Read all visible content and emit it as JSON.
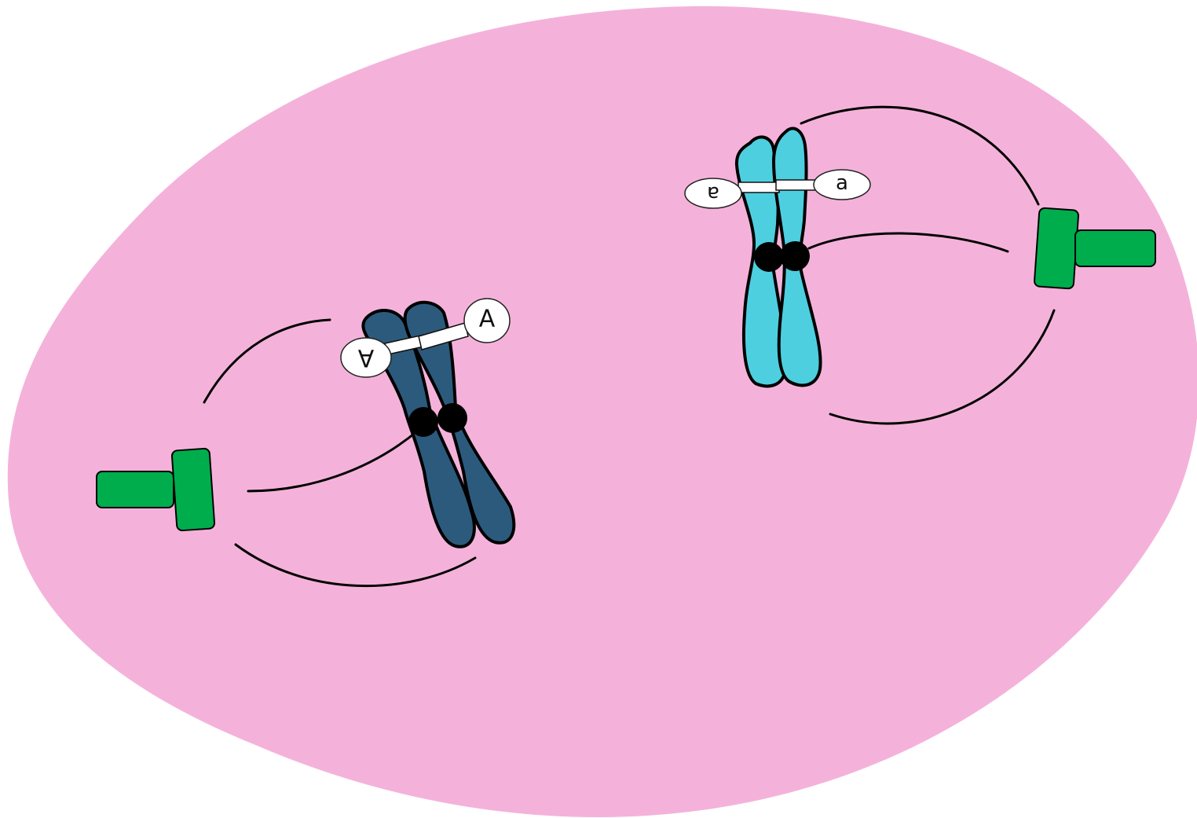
{
  "colors": {
    "cell": "#f4b2da",
    "chromosome_dark": "#2c5a7c",
    "chromosome_light": "#4ecfdf",
    "centromere": "#000000",
    "spindle_fiber": "#000000",
    "centrosome": "#00ad4d",
    "allele_fill": "#ffffff"
  },
  "icons": {
    "centrosome": "centrosome-icon",
    "centromere": "centromere-icon"
  },
  "cell_left": {
    "allele_outer_label": "A",
    "allele_inner_label": "A"
  },
  "cell_right": {
    "allele_outer_label": "a",
    "allele_inner_label": "a"
  }
}
